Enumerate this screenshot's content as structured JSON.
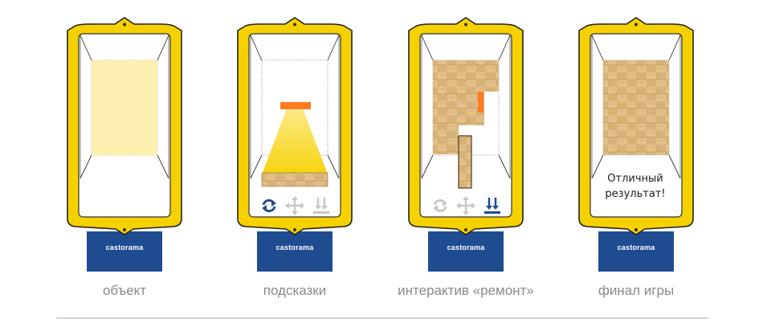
{
  "stages": [
    {
      "caption": "объект",
      "brand": "castorama"
    },
    {
      "caption": "подсказки",
      "brand": "castorama"
    },
    {
      "caption": "интерактив «ремонт»",
      "brand": "castorama"
    },
    {
      "caption": "финал игры",
      "brand": "castorama"
    }
  ],
  "final_message": "Отличный результат!",
  "colors": {
    "frame_yellow": "#f5d100",
    "frame_outline": "#222222",
    "brand_blue": "#1f4c91",
    "tile_orange": "#ff7a21",
    "arrow_gray": "#c8c8c8",
    "arrow_blue": "#1f4c91"
  },
  "icons": [
    "rotate-icon",
    "move-icon",
    "drop-down-icon"
  ]
}
